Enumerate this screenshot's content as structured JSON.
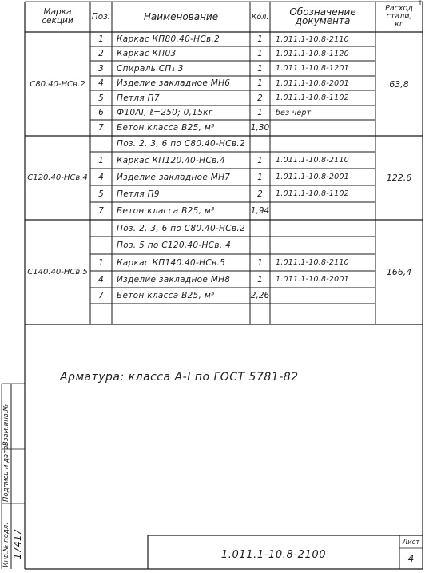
{
  "header": {
    "marka": [
      "Марка",
      "секции"
    ],
    "poz": "Поз.",
    "naim": "Наименование",
    "kol": "Кол.",
    "obozn": [
      "Обозначение",
      "документа"
    ],
    "rashod": [
      "Расход",
      "стали,",
      "кг"
    ]
  },
  "rows": [
    {
      "poz": "1",
      "name": "Каркас КП80.40-НСв.2",
      "kol": "1",
      "doc": "1.011.1-10.8-2110"
    },
    {
      "poz": "2",
      "name": "Каркас КП03",
      "kol": "1",
      "doc": "1.011.1-10.8-1120"
    },
    {
      "poz": "3",
      "name": "Спираль СП₁ 3",
      "kol": "1",
      "doc": "1.011.1-10.8-1201"
    },
    {
      "poz": "4",
      "name": "Изделие закладное МН6",
      "kol": "1",
      "doc": "1.011.1-10.8-2001"
    },
    {
      "poz": "5",
      "name": "Петля П7",
      "kol": "2",
      "doc": "1.011.1-10.8-1102"
    },
    {
      "poz": "6",
      "name": "Ф10АI, ℓ=250; 0,15кг",
      "kol": "1",
      "doc": "без черт."
    },
    {
      "poz": "7",
      "name": "Бетон класса В25, м³",
      "kol": "1,30",
      "doc": ""
    },
    {
      "poz": "",
      "name": "Поз. 2, 3, 6 по С80.40-НСв.2",
      "kol": "",
      "doc": ""
    },
    {
      "poz": "1",
      "name": "Каркас КП120.40-НСв.4",
      "kol": "1",
      "doc": "1.011.1-10.8-2110"
    },
    {
      "poz": "4",
      "name": "Изделие закладное МН7",
      "kol": "1",
      "doc": "1.011.1-10.8-2001"
    },
    {
      "poz": "5",
      "name": "Петля П9",
      "kol": "2",
      "doc": "1.011.1-10.8-1102"
    },
    {
      "poz": "7",
      "name": "Бетон класса В25, м³",
      "kol": "1,94",
      "doc": ""
    },
    {
      "poz": "",
      "name": "Поз. 2, 3, 6 по С80.40-НСв.2",
      "kol": "",
      "doc": ""
    },
    {
      "poz": "",
      "name": "Поз. 5 по С120.40-НСв. 4",
      "kol": "",
      "doc": ""
    },
    {
      "poz": "1",
      "name": "Каркас КП140.40-НСв.5",
      "kol": "1",
      "doc": "1.011.1-10.8-2110"
    },
    {
      "poz": "4",
      "name": "Изделие закладное МН8",
      "kol": "1",
      "doc": "1.011.1-10.8-2001"
    },
    {
      "poz": "7",
      "name": "Бетон класса В25, м³",
      "kol": "2,26",
      "doc": ""
    }
  ],
  "sections": [
    {
      "mark": "С80.40-НСв.2",
      "mass": "63,8"
    },
    {
      "mark": "С120.40-НСв.4",
      "mass": "122,6"
    },
    {
      "mark": "С140.40-НСв.5",
      "mass": "166,4"
    }
  ],
  "note": "Арматура: класса А-I по ГОСТ 5781-82",
  "side_labels": [
    "Инв.№ подл.",
    "Подпись и дата",
    "Взам.инв.№"
  ],
  "inv_number": "17417",
  "stamp": {
    "designation": "1.011.1-10.8-2100",
    "sheet_label": "Лист",
    "sheet_number": "4"
  }
}
